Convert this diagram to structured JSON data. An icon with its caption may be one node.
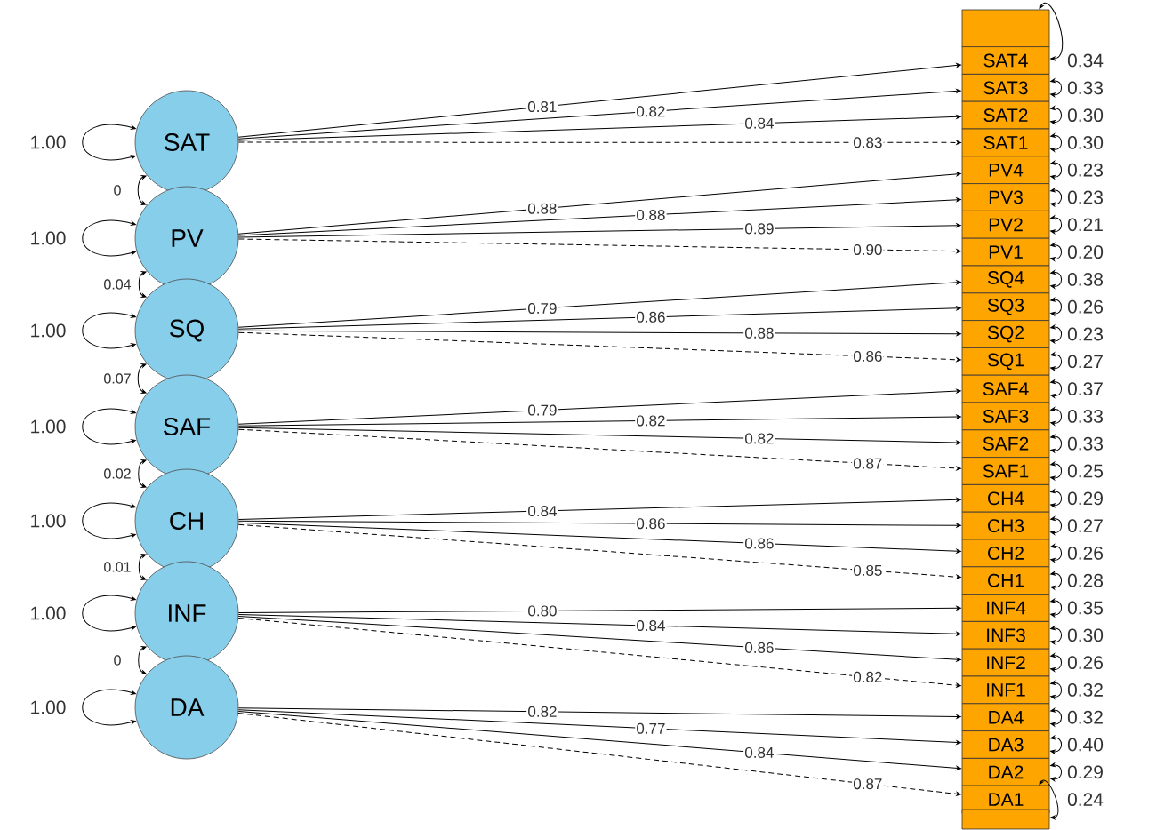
{
  "diagram": {
    "nodes": [
      {
        "text": [
          "SAT"
        ]
      },
      {
        "text": [
          "PV"
        ]
      },
      {
        "text": [
          "SQ"
        ]
      },
      {
        "text": [
          "SAF"
        ]
      },
      {
        "text": [
          "CH"
        ]
      },
      {
        "text": [
          "INF"
        ]
      },
      {
        "text": [
          "DA"
        ]
      },
      {
        "text": [],
        "shape": "box"
      },
      {
        "text": [
          "SAT4"
        ]
      },
      {
        "text": [
          "SAT3"
        ]
      },
      {
        "text": [
          "SAT2"
        ]
      },
      {
        "text": [
          "SAT1"
        ]
      },
      {
        "text": [
          "PV4"
        ]
      },
      {
        "text": [
          "PV3"
        ]
      },
      {
        "text": [
          "PV2"
        ]
      },
      {
        "text": [
          "PV1"
        ]
      },
      {
        "text": [
          "SQ4"
        ]
      },
      {
        "text": [
          "SQ3"
        ]
      },
      {
        "text": [
          "SQ2"
        ]
      },
      {
        "text": [
          "SQ1"
        ]
      },
      {
        "text": [
          "SAF4"
        ]
      },
      {
        "text": [
          "SAF3"
        ]
      },
      {
        "text": [
          "SAF2"
        ]
      },
      {
        "text": [
          "SAF1"
        ]
      },
      {
        "text": [
          "CH4"
        ]
      },
      {
        "text": [
          "CH3"
        ]
      },
      {
        "text": [
          "CH2"
        ]
      },
      {
        "text": [
          "CH1"
        ]
      },
      {
        "text": [
          "INF4"
        ]
      },
      {
        "text": [
          "INF3"
        ]
      },
      {
        "text": [
          "INF2"
        ]
      },
      {
        "text": [
          "INF1"
        ]
      },
      {
        "text": [
          "DA4"
        ]
      },
      {
        "text": [
          "DA3"
        ]
      },
      {
        "text": [
          "DA2"
        ]
      },
      {
        "text": [
          "DA1"
        ]
      },
      {
        "text": [],
        "shape": "box"
      }
    ],
    "edges": [
      {
        "from": 0,
        "to": 8,
        "arrow": "to",
        "label": "0.81"
      },
      {
        "from": 0,
        "to": 9,
        "arrow": "to",
        "label": "0.82"
      },
      {
        "from": 0,
        "to": 10,
        "arrow": "to",
        "label": "0.84"
      },
      {
        "from": 0,
        "to": 11,
        "arrow": "to",
        "label": "0.83",
        "style": "dashed"
      },
      {
        "from": 1,
        "to": 12,
        "arrow": "to",
        "label": "0.88"
      },
      {
        "from": 1,
        "to": 13,
        "arrow": "to",
        "label": "0.88"
      },
      {
        "from": 1,
        "to": 14,
        "arrow": "to",
        "label": "0.89"
      },
      {
        "from": 1,
        "to": 15,
        "arrow": "to",
        "label": "0.90",
        "style": "dashed"
      },
      {
        "from": 2,
        "to": 16,
        "arrow": "to",
        "label": "0.79"
      },
      {
        "from": 2,
        "to": 17,
        "arrow": "to",
        "label": "0.86"
      },
      {
        "from": 2,
        "to": 18,
        "arrow": "to",
        "label": "0.88"
      },
      {
        "from": 2,
        "to": 19,
        "arrow": "to",
        "label": "0.86",
        "style": "dashed"
      },
      {
        "from": 3,
        "to": 20,
        "arrow": "to",
        "label": "0.79"
      },
      {
        "from": 3,
        "to": 21,
        "arrow": "to",
        "label": "0.82"
      },
      {
        "from": 3,
        "to": 22,
        "arrow": "to",
        "label": "0.82"
      },
      {
        "from": 3,
        "to": 23,
        "arrow": "to",
        "label": "0.87",
        "style": "dashed"
      },
      {
        "from": 4,
        "to": 24,
        "arrow": "to",
        "label": "0.84"
      },
      {
        "from": 4,
        "to": 25,
        "arrow": "to",
        "label": "0.86"
      },
      {
        "from": 4,
        "to": 26,
        "arrow": "to",
        "label": "0.86"
      },
      {
        "from": 4,
        "to": 27,
        "arrow": "to",
        "label": "0.85",
        "style": "dashed"
      },
      {
        "from": 5,
        "to": 28,
        "arrow": "to",
        "label": "0.80"
      },
      {
        "from": 5,
        "to": 29,
        "arrow": "to",
        "label": "0.84"
      },
      {
        "from": 5,
        "to": 30,
        "arrow": "to",
        "label": "0.86"
      },
      {
        "from": 5,
        "to": 31,
        "arrow": "to",
        "label": "0.82",
        "style": "dashed"
      },
      {
        "from": 6,
        "to": 32,
        "arrow": "to",
        "label": "0.82"
      },
      {
        "from": 6,
        "to": 33,
        "arrow": "to",
        "label": "0.77"
      },
      {
        "from": 6,
        "to": 34,
        "arrow": "to",
        "label": "0.84"
      },
      {
        "from": 6,
        "to": 35,
        "arrow": "to",
        "label": "0.87",
        "style": "dashed"
      },
      {
        "from": 0,
        "to": 0,
        "arrow": "both",
        "label": "1.00"
      },
      {
        "from": 1,
        "to": 1,
        "arrow": "both",
        "label": "1.00"
      },
      {
        "from": 2,
        "to": 2,
        "arrow": "both",
        "label": "1.00"
      },
      {
        "from": 3,
        "to": 3,
        "arrow": "both",
        "label": "1.00"
      },
      {
        "from": 4,
        "to": 4,
        "arrow": "both",
        "label": "1.00"
      },
      {
        "from": 5,
        "to": 5,
        "arrow": "both",
        "label": "1.00"
      },
      {
        "from": 6,
        "to": 6,
        "arrow": "both",
        "label": "1.00"
      },
      {
        "from": 0,
        "to": 1,
        "arrow": "both",
        "label": "0"
      },
      {
        "from": 1,
        "to": 2,
        "arrow": "both",
        "label": "0.04"
      },
      {
        "from": 2,
        "to": 3,
        "arrow": "both",
        "label": "0.07"
      },
      {
        "from": 3,
        "to": 4,
        "arrow": "both",
        "label": "0.02"
      },
      {
        "from": 4,
        "to": 5,
        "arrow": "both",
        "label": "0.01"
      },
      {
        "from": 5,
        "to": 6,
        "arrow": "both",
        "label": "0"
      },
      {
        "from": 7,
        "to": 8,
        "arrow": "both",
        "label": "0.34"
      },
      {
        "from": 9,
        "to": 9,
        "arrow": "both",
        "label": "0.33"
      },
      {
        "from": 10,
        "to": 10,
        "arrow": "both",
        "label": "0.30"
      },
      {
        "from": 11,
        "to": 11,
        "arrow": "both",
        "label": "0.30"
      },
      {
        "from": 12,
        "to": 12,
        "arrow": "both",
        "label": "0.23"
      },
      {
        "from": 13,
        "to": 13,
        "arrow": "both",
        "label": "0.23"
      },
      {
        "from": 14,
        "to": 14,
        "arrow": "both",
        "label": "0.21"
      },
      {
        "from": 15,
        "to": 15,
        "arrow": "both",
        "label": "0.20"
      },
      {
        "from": 16,
        "to": 16,
        "arrow": "both",
        "label": "0.38"
      },
      {
        "from": 17,
        "to": 17,
        "arrow": "both",
        "label": "0.26"
      },
      {
        "from": 18,
        "to": 18,
        "arrow": "both",
        "label": "0.23"
      },
      {
        "from": 19,
        "to": 19,
        "arrow": "both",
        "label": "0.27"
      },
      {
        "from": 20,
        "to": 20,
        "arrow": "both",
        "label": "0.37"
      },
      {
        "from": 21,
        "to": 21,
        "arrow": "both",
        "label": "0.33"
      },
      {
        "from": 22,
        "to": 22,
        "arrow": "both",
        "label": "0.33"
      },
      {
        "from": 23,
        "to": 23,
        "arrow": "both",
        "label": "0.25"
      },
      {
        "from": 24,
        "to": 24,
        "arrow": "both",
        "label": "0.29"
      },
      {
        "from": 25,
        "to": 25,
        "arrow": "both",
        "label": "0.27"
      },
      {
        "from": 26,
        "to": 26,
        "arrow": "both",
        "label": "0.26"
      },
      {
        "from": 27,
        "to": 27,
        "arrow": "both",
        "label": "0.28"
      },
      {
        "from": 28,
        "to": 28,
        "arrow": "both",
        "label": "0.35"
      },
      {
        "from": 29,
        "to": 29,
        "arrow": "both",
        "label": "0.30"
      },
      {
        "from": 30,
        "to": 30,
        "arrow": "both",
        "label": "0.26"
      },
      {
        "from": 31,
        "to": 31,
        "arrow": "both",
        "label": "0.32"
      },
      {
        "from": 32,
        "to": 32,
        "arrow": "both",
        "label": "0.32"
      },
      {
        "from": 33,
        "to": 33,
        "arrow": "both",
        "label": "0.40"
      },
      {
        "from": 34,
        "to": 34,
        "arrow": "both",
        "label": "0.29"
      },
      {
        "from": 35,
        "to": 36,
        "arrow": "both",
        "label": "0.24"
      }
    ]
  }
}
